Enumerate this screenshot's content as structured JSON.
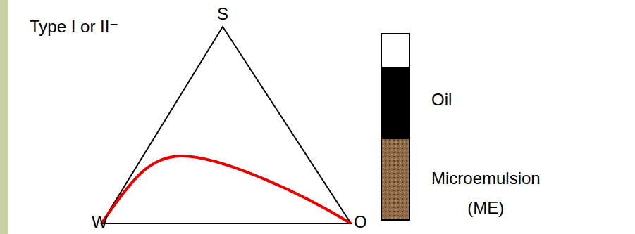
{
  "diagram": {
    "labels": [
      "Type I or II⁻",
      "S",
      "W",
      "O",
      "Oil",
      "Microemulsion",
      "(ME)"
    ]
  }
}
